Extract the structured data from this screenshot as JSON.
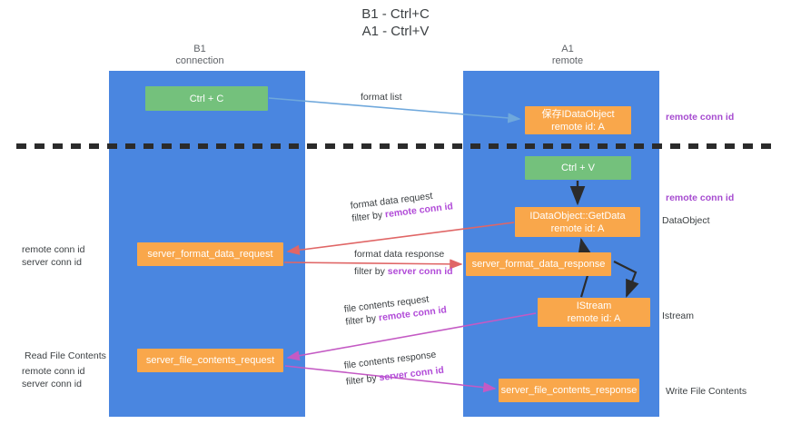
{
  "title": "B1 - Ctrl+C\nA1 - Ctrl+V",
  "columns": {
    "left": "B1\nconnection",
    "right": "A1\nremote"
  },
  "nodes": {
    "ctrl_c": "Ctrl + C",
    "idataobject": {
      "line1": "保存IDataObject",
      "line2": "remote id: A"
    },
    "ctrl_v": "Ctrl + V",
    "getdata": {
      "line1": "IDataObject::GetData",
      "line2": "remote id: A"
    },
    "server_format_data_request": "server_format_data_request",
    "server_format_data_response": "server_format_data_response",
    "istream": {
      "line1": "IStream",
      "line2": "remote id: A"
    },
    "server_file_contents_request": "server_file_contents_request",
    "server_file_contents_response": "server_file_contents_response"
  },
  "edge_labels": {
    "format_list": "format list",
    "format_data_request": {
      "line1": "format data request",
      "filter_prefix": "filter by ",
      "filter_key": "remote conn id"
    },
    "format_data_response": {
      "line1": "format data response",
      "filter_prefix": "filter by ",
      "filter_key": "server conn id"
    },
    "file_contents_request": {
      "line1": "file contents request",
      "filter_prefix": "filter by ",
      "filter_key": "remote conn id"
    },
    "file_contents_response": {
      "line1": "file contents response",
      "filter_prefix": "filter by ",
      "filter_key": "server conn id"
    }
  },
  "annotations": {
    "right_top_remote_conn_id": "remote conn id",
    "right_mid_remote_conn_id": "remote conn id",
    "right_dataobject": "DataObject",
    "right_istream": "Istream",
    "right_write_file_contents": "Write File Contents",
    "left_remote_conn_id": "remote conn id",
    "left_server_conn_id": "server conn id",
    "left_read_file_contents": "Read File Contents",
    "left_remote_conn_id_2": "remote conn id",
    "left_server_conn_id_2": "server conn id"
  },
  "colors": {
    "lane": "#4a86e0",
    "node_orange": "#f9a74b",
    "node_green": "#74c17c",
    "purple": "#b14bd8",
    "green_text": "#6aa84f",
    "arrow_blue": "#6fa8dc",
    "arrow_red": "#e06666",
    "arrow_magenta": "#c councils"
  }
}
